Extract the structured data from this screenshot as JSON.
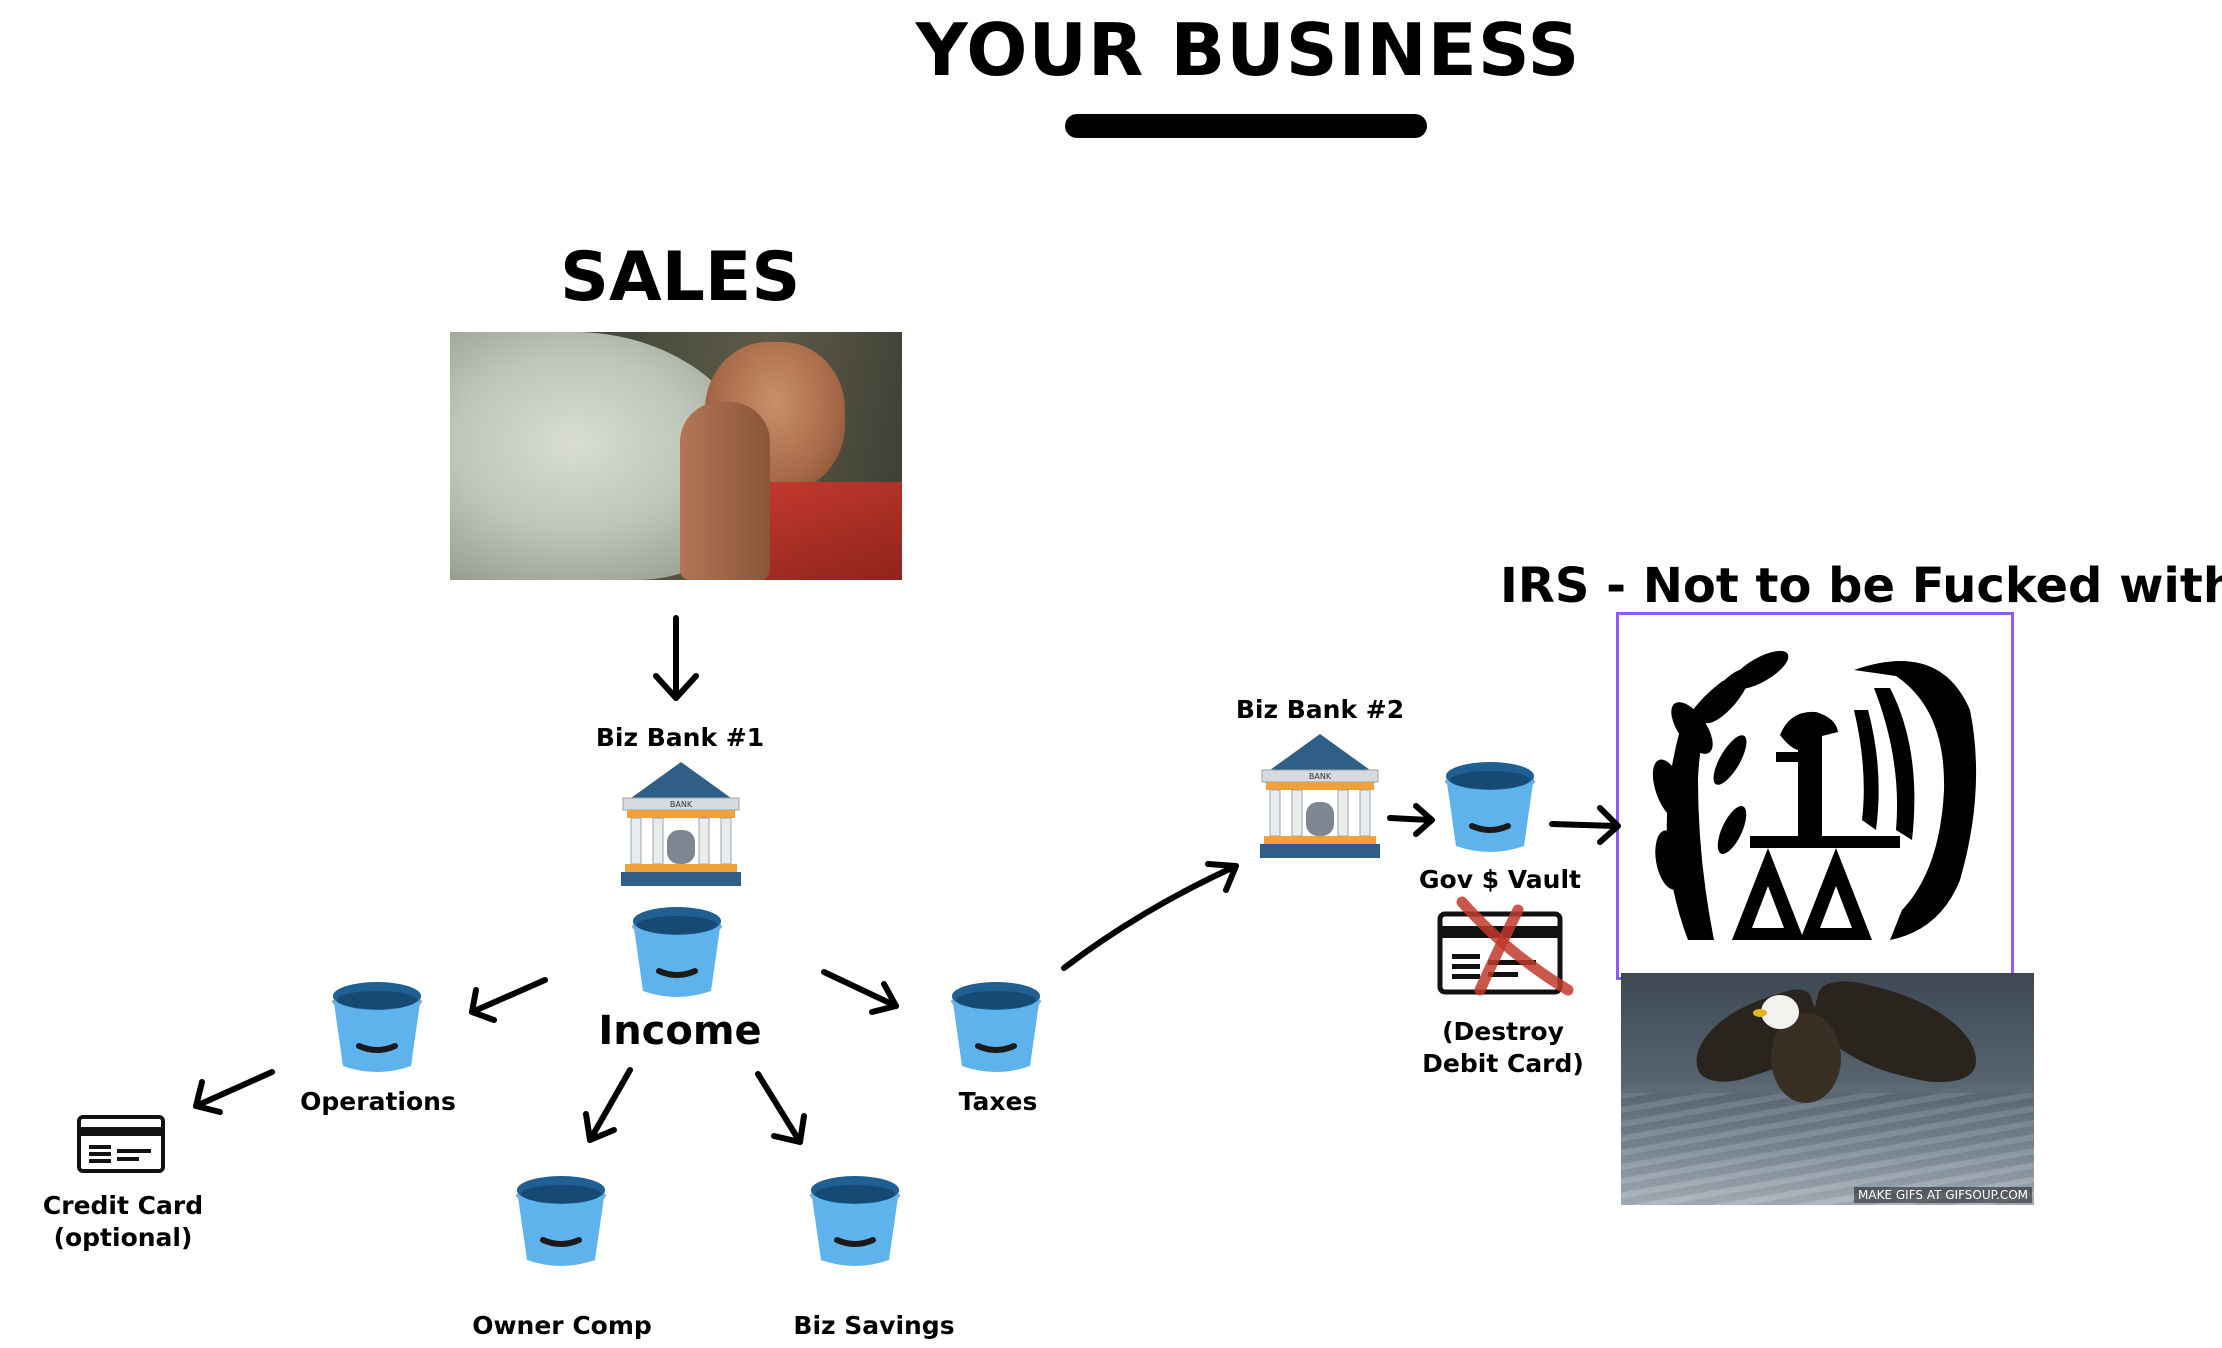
{
  "header": {
    "title": "YOUR BUSINESS"
  },
  "sales": {
    "title": "SALES"
  },
  "irs": {
    "title": "IRS - Not to be Fucked with"
  },
  "banks": {
    "bank1": "Biz Bank #1",
    "bank2": "Biz Bank #2",
    "sign": "BANK"
  },
  "buckets": {
    "income": "Income",
    "operations": "Operations",
    "taxes": "Taxes",
    "owner_comp": "Owner Comp",
    "biz_savings": "Biz Savings",
    "gov_vault": "Gov $ Vault"
  },
  "cards": {
    "credit_line1": "Credit Card",
    "credit_line2": "(optional)",
    "debit_line1": "(Destroy",
    "debit_line2": "Debit Card)"
  },
  "eagle": {
    "watermark": "MAKE GIFS AT GIFSOUP.COM"
  },
  "colors": {
    "bucket_body": "#5fb3ec",
    "bucket_rim": "#1f5f92",
    "bank_roof": "#2f5f86",
    "bank_accent": "#f0a13a",
    "irs_border": "#8b5cf6",
    "cross": "#c0392b"
  }
}
